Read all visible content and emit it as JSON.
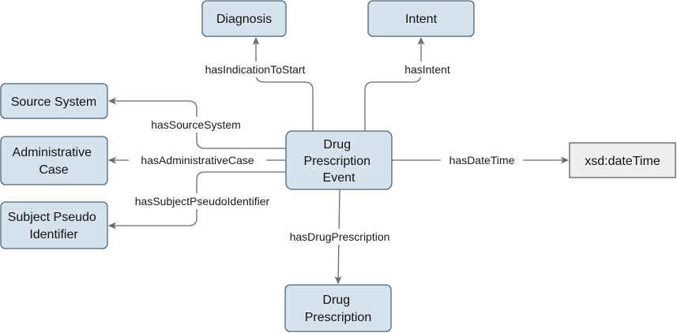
{
  "nodes": {
    "diagnosis": "Diagnosis",
    "intent": "Intent",
    "source_system": "Source System",
    "administrative_case": [
      "Administrative",
      "Case"
    ],
    "subject_pseudo_identifier": [
      "Subject Pseudo",
      "Identifier"
    ],
    "drug_prescription_event": [
      "Drug",
      "Prescription",
      "Event"
    ],
    "drug_prescription": [
      "Drug",
      "Prescription"
    ],
    "datetime_literal": "xsd:dateTime"
  },
  "edges": {
    "has_indication_to_start": "hasIndicationToStart",
    "has_intent": "hasIntent",
    "has_source_system": "hasSourceSystem",
    "has_administrative_case": "hasAdministrativeCase",
    "has_subject_pseudo_identifier": "hasSubjectPseudoIdentifier",
    "has_date_time": "hasDateTime",
    "has_drug_prescription": "hasDrugPrescription"
  },
  "colors": {
    "node_fill": "#d6e2ee",
    "node_stroke": "#4b6478",
    "literal_fill": "#eeeeee",
    "edge_stroke": "#6b6b6b"
  }
}
